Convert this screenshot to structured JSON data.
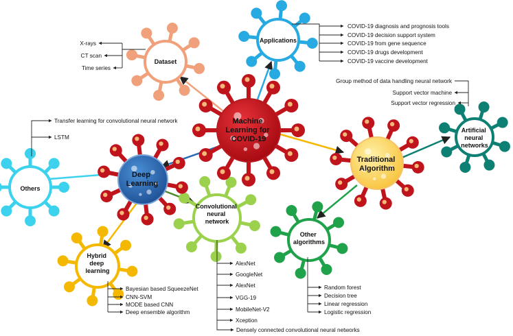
{
  "center": {
    "lines": [
      "Machine",
      "Learning for",
      "COVID-19"
    ]
  },
  "hubs": {
    "applications": {
      "lines": [
        "Applications"
      ]
    },
    "dataset": {
      "lines": [
        "Dataset"
      ]
    },
    "traditional": {
      "lines": [
        "Traditional",
        "Algorithm"
      ]
    },
    "deep": {
      "lines": [
        "Deep",
        "Learning"
      ]
    },
    "ann": {
      "lines": [
        "Artificial",
        "neural",
        "networks"
      ]
    },
    "others": {
      "lines": [
        "Others"
      ]
    },
    "cnn": {
      "lines": [
        "Convolutional",
        "neural",
        "network"
      ]
    },
    "hybrid": {
      "lines": [
        "Hybrid",
        "deep",
        "learning"
      ]
    },
    "otheralg": {
      "lines": [
        "Other",
        "algorithms"
      ]
    }
  },
  "lists": {
    "applications": [
      "COVID-19 diagnosis and prognosis tools",
      "COVID-19 decision support system",
      "COVID-19 from gene sequence",
      "COVID-19 drugs development",
      "COVID-19 vaccine development"
    ],
    "dataset": [
      "X-rays",
      "CT scan",
      "Time series"
    ],
    "ann": [
      "Group method of data handling neural network",
      "Support vector machine",
      "Support vector regression"
    ],
    "others": [
      "Transfer learning for convolutional neural network",
      "LSTM"
    ],
    "cnn": [
      "AlexNet",
      "GoogleNet",
      "AlexNet",
      "VGG-19",
      "MobileNet-V2",
      "Xception",
      "Densely connected convolutional neural networks"
    ],
    "hybrid": [
      "Bayesian based SqueezeNet",
      "CNN-SVM",
      "MODE based CNN",
      "Deep ensemble algorithm"
    ],
    "otheralg": [
      "Random forest",
      "Decision tree",
      "Linear regression",
      "Logistic regression"
    ]
  },
  "colors": {
    "red": "#c0141c",
    "blue_virus": "#27a9e1",
    "salmon": "#f0a07a",
    "teal": "#0e7f73",
    "cyan": "#3cd2ee",
    "lime": "#9bd14c",
    "gold": "#f5b800",
    "green": "#1fa24a",
    "traditional_core": "#fdd96a",
    "deep_core": "#2a6db5"
  }
}
